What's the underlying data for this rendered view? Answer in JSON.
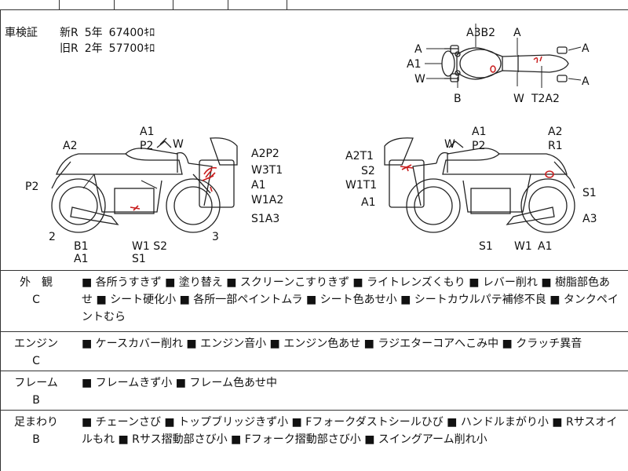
{
  "shaken": {
    "label": "車検証",
    "new_row": {
      "tag": "新R",
      "year": "5年",
      "km": "67400ｷﾛ"
    },
    "old_row": {
      "tag": "旧R",
      "year": "2年",
      "km": "57700ｷﾛ"
    }
  },
  "top_view_labels": {
    "a_left_top": "A",
    "a1_left": "A1",
    "w_left": "W",
    "b_bottom": "B",
    "a3b2": "A3B2",
    "a_top": "A",
    "w_bottom": "W",
    "t2a2": "T2A2",
    "a_right_top": "A",
    "a_right_bottom": "A"
  },
  "left_view_labels": {
    "a2": "A2",
    "p2_left": "P2",
    "a1_top": "A1",
    "p2_top": "P2",
    "w_top": "W",
    "a2p2": "A2P2",
    "w3t1": "W3T1",
    "a1_right": "A1",
    "w1a2": "W1A2",
    "s1a3": "S1A3",
    "num2": "2",
    "b1": "B1",
    "a1_bottom": "A1",
    "w1s2": "W1 S2",
    "s1": "S1",
    "num3": "3"
  },
  "right_view_labels": {
    "a2t1": "A2T1",
    "s2": "S2",
    "w1t1": "W1T1",
    "a1_left": "A1",
    "w_top": "W",
    "a1_top": "A1",
    "p2_top": "P2",
    "a2_right": "A2",
    "r1": "R1",
    "s1_right": "S1",
    "a3": "A3",
    "s1_bottom": "S1",
    "w1": "W1",
    "a1_bottom": "A1"
  },
  "sections": [
    {
      "title": "外　観",
      "grade": "C",
      "text": "■ 各所うすきず ■ 塗り替え ■ スクリーンこすりきず ■ ライトレンズくもり ■ レバー削れ ■ 樹脂部色あせ ■ シート硬化小 ■ 各所一部ペイントムラ ■ シート色あせ小 ■ シートカウルパテ補修不良 ■ タンクペイントむら"
    },
    {
      "title": "エンジン",
      "grade": "C",
      "text": "■ ケースカバー削れ ■ エンジン音小 ■ エンジン色あせ ■ ラジエターコアへこみ中 ■ クラッチ異音"
    },
    {
      "title": "フレーム",
      "grade": "B",
      "text": "■ フレームきず小 ■ フレーム色あせ中"
    },
    {
      "title": "足まわり",
      "grade": "B",
      "text": "■ チェーンさび ■ トップブリッジきず小 ■ Fフォークダストシールひび ■ ハンドルまがり小 ■ Rサスオイルもれ ■ Rサス摺動部さび小 ■ Fフォーク摺動部さび小 ■ スイングアーム削れ小"
    }
  ]
}
